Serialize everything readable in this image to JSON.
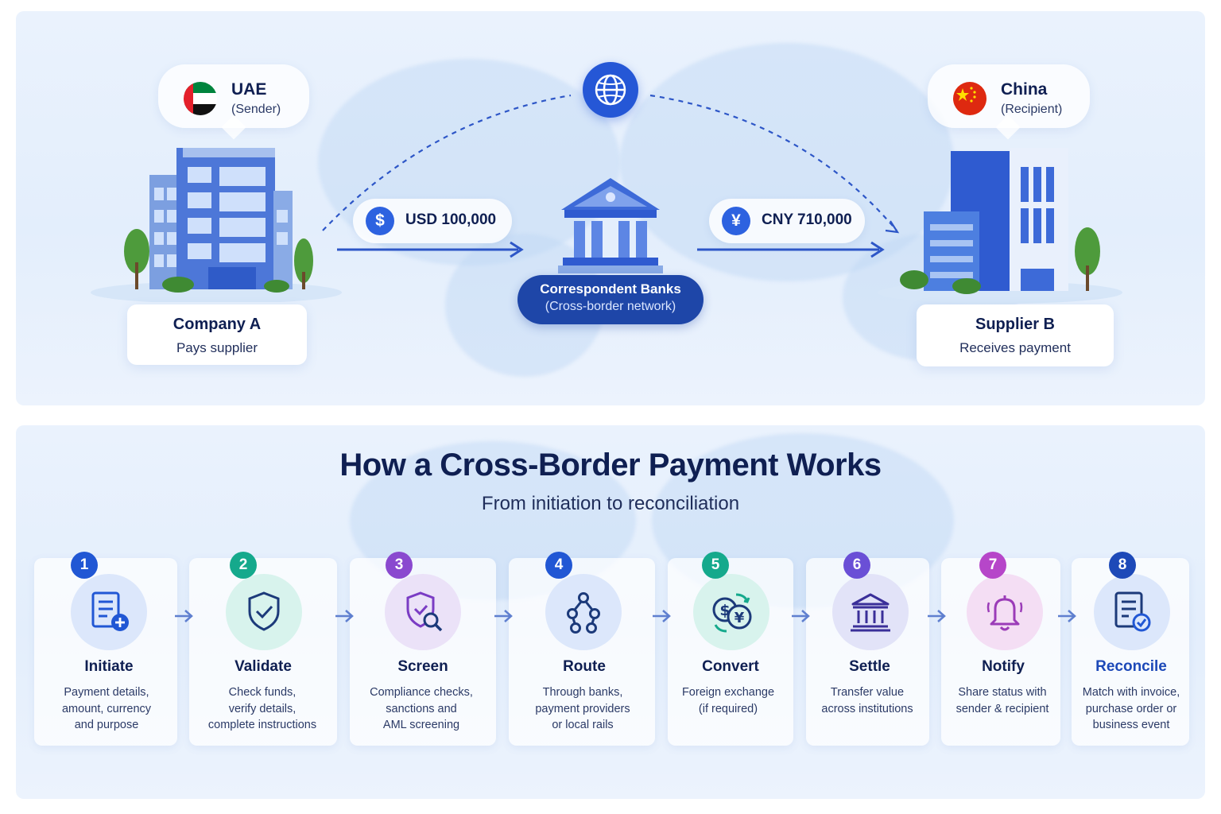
{
  "sender": {
    "country": "UAE",
    "role": "(Sender)",
    "company": "Company A",
    "action": "Pays supplier"
  },
  "recipient": {
    "country": "China",
    "role": "(Recipient)",
    "company": "Supplier B",
    "action": "Receives payment"
  },
  "amount_sent": {
    "symbol": "$",
    "label": "USD 100,000"
  },
  "amount_received": {
    "symbol": "¥",
    "label": "CNY 710,000"
  },
  "bank": {
    "title": "Correspondent Banks",
    "subtitle": "(Cross-border network)"
  },
  "heading": {
    "title": "How a Cross-Border Payment Works",
    "subtitle": "From initiation to reconciliation"
  },
  "steps": [
    {
      "num": "1",
      "title": "Initiate",
      "desc": "Payment details,\namount, currency\nand purpose",
      "color": "#2157d4"
    },
    {
      "num": "2",
      "title": "Validate",
      "desc": "Check funds,\nverify details,\ncomplete instructions",
      "color": "#15a98c"
    },
    {
      "num": "3",
      "title": "Screen",
      "desc": "Compliance checks,\nsanctions and\nAML screening",
      "color": "#8a49cf"
    },
    {
      "num": "4",
      "title": "Route",
      "desc": "Through banks,\npayment providers\nor local rails",
      "color": "#2157d4"
    },
    {
      "num": "5",
      "title": "Convert",
      "desc": "Foreign exchange\n(if required)",
      "color": "#15a98c"
    },
    {
      "num": "6",
      "title": "Settle",
      "desc": "Transfer value\nacross institutions",
      "color": "#6a4fd6"
    },
    {
      "num": "7",
      "title": "Notify",
      "desc": "Share status with\nsender & recipient",
      "color": "#b646c9"
    },
    {
      "num": "8",
      "title": "Reconcile",
      "desc": "Match with invoice,\npurchase order or\nbusiness event",
      "color": "#1d49b8"
    }
  ]
}
